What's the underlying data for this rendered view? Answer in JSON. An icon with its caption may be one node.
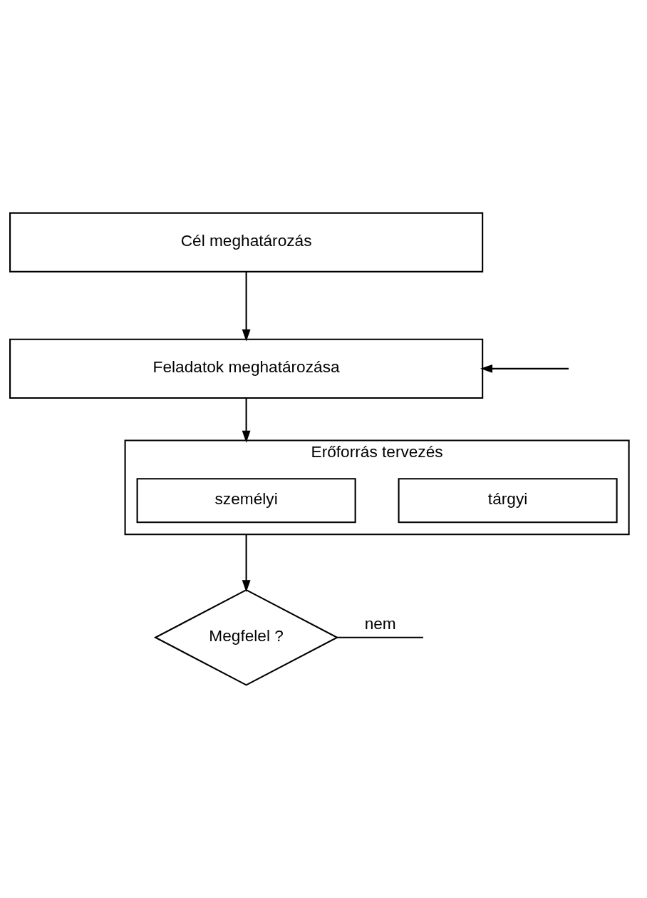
{
  "diagram": {
    "nodes": [
      {
        "text": [
          "Cél meghatározás"
        ]
      },
      {
        "text": [
          "Feladatok meghatározása"
        ]
      },
      {
        "text": [
          "Erőforrás tervezés"
        ]
      },
      {
        "text": [
          "tárgyi"
        ],
        "in": 2
      },
      {
        "text": [
          "személyi"
        ],
        "in": 2
      },
      {
        "text": [
          "Megfelel ?"
        ]
      }
    ],
    "edges": [
      {
        "from": 0,
        "to": 1,
        "arrow": "to"
      },
      {
        "from": 1,
        "to": 2,
        "arrow": "to"
      },
      {
        "from": 2,
        "to": 5,
        "arrow": "to"
      },
      {
        "from": 5,
        "to": null,
        "arrow": "none",
        "label": "nem"
      },
      {
        "from": null,
        "to": 1,
        "arrow": "to"
      }
    ]
  }
}
